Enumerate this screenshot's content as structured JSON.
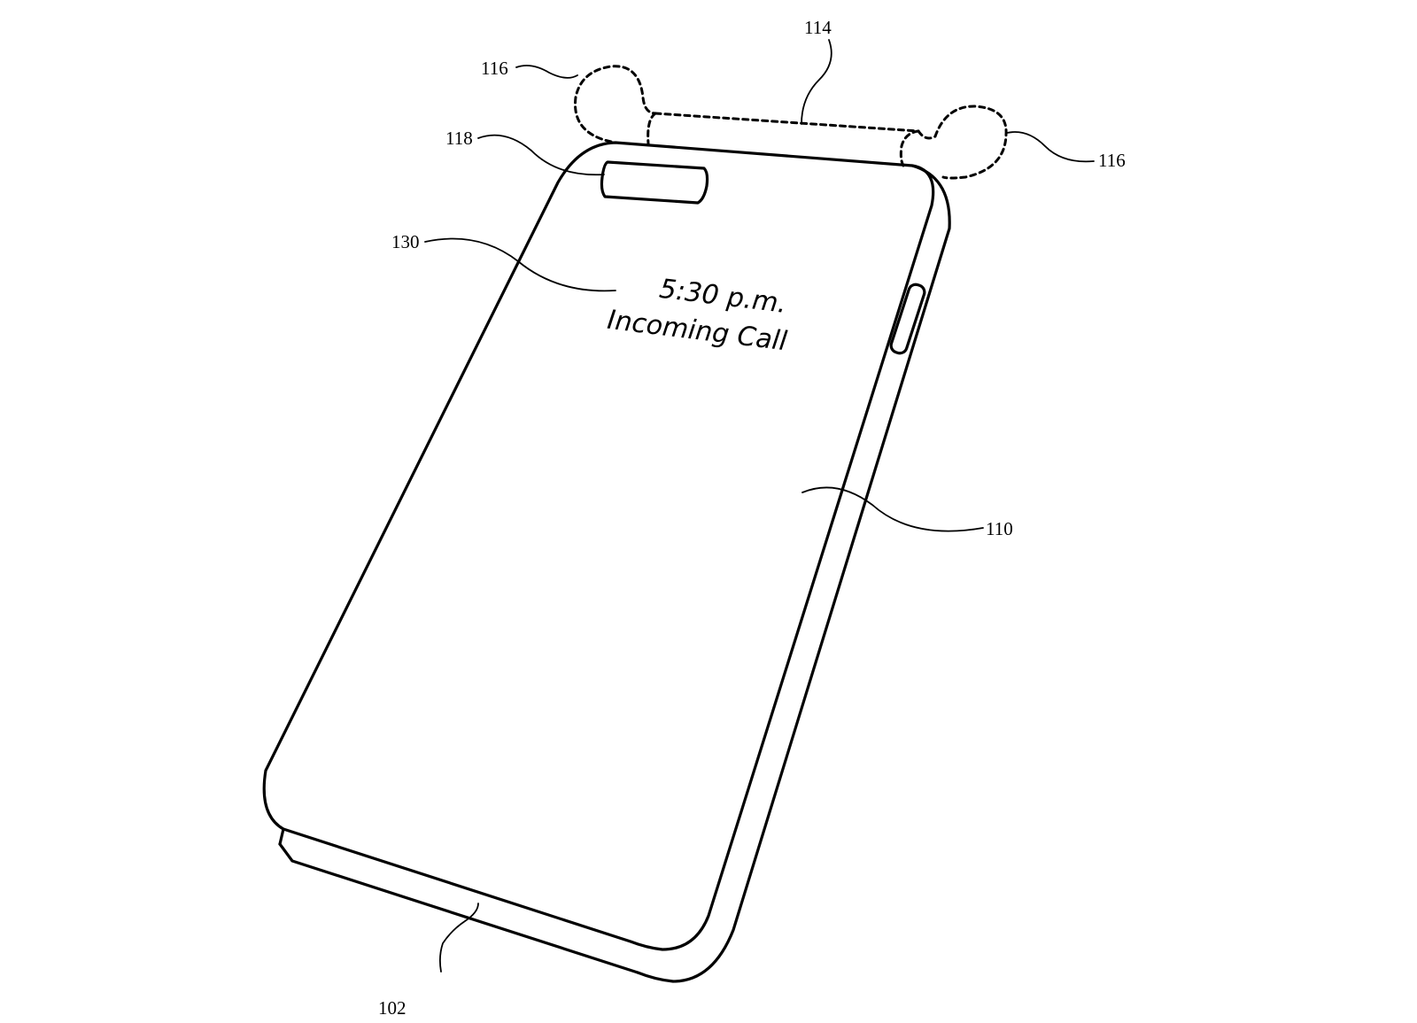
{
  "figure": {
    "type": "patent-drawing",
    "subject": "electronic device with display on rear surface",
    "screen_text": {
      "line1": "5:30 p.m.",
      "line2": "Incoming Call"
    },
    "reference_labels": {
      "housing_bottom": "102",
      "display_rear": "110",
      "accessory_band": "114",
      "earbud_left": "116",
      "earbud_right": "116",
      "camera_module": "118",
      "notification": "130"
    },
    "colors": {
      "line": "#000000",
      "background": "#ffffff"
    }
  }
}
